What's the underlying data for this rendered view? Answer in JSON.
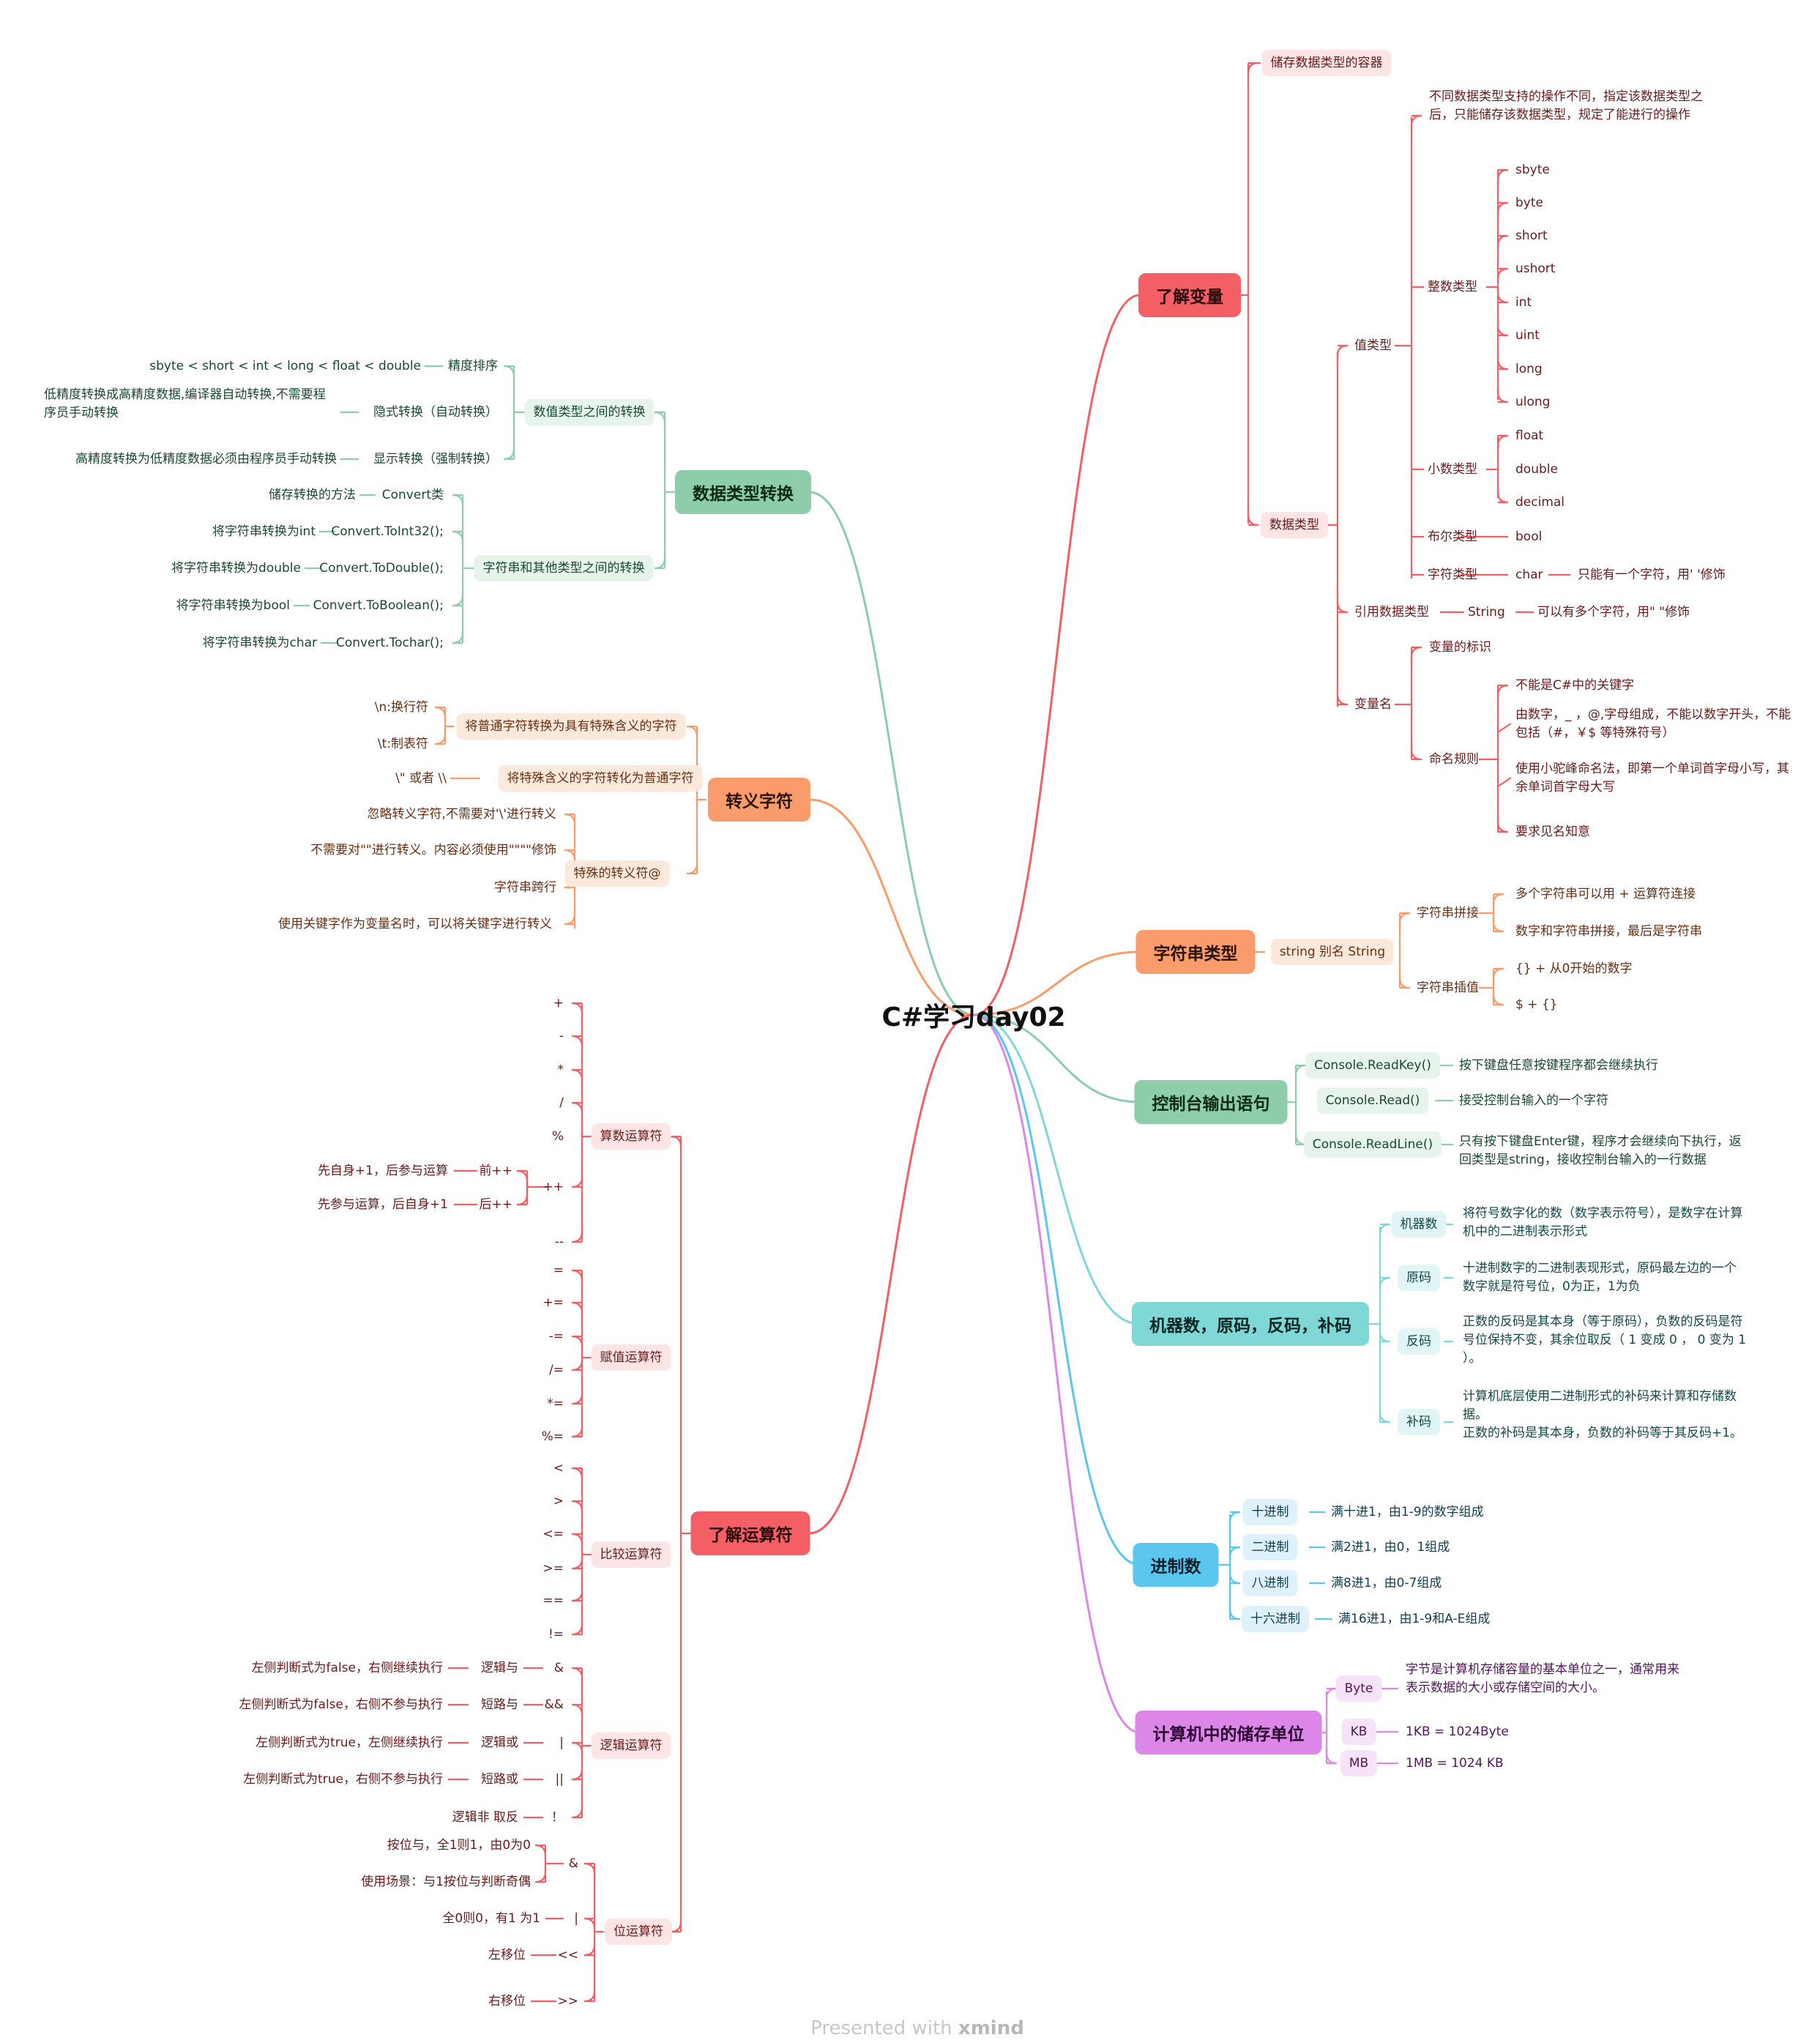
{
  "title": "C#学习day02",
  "watermark": {
    "prefix": "Presented with",
    "brand": "xmind"
  },
  "branches": {
    "var": {
      "label": "了解变量",
      "color": "#f35f64",
      "container": "储存数据类型的容器",
      "datatype": "数据类型",
      "value_type": "值类型",
      "value_desc": "不同数据类型支持的操作不同，指定该数据类型之后，只能储存该数据类型，规定了能进行的操作",
      "int_types": "整数类型",
      "ints": [
        "sbyte",
        "byte",
        "short",
        "ushort",
        "int",
        "uint",
        "long",
        "ulong"
      ],
      "float_types": "小数类型",
      "floats": [
        "float",
        "double",
        "decimal"
      ],
      "bool_type": "布尔类型",
      "bool": "bool",
      "char_type": "字符类型",
      "char": "char",
      "char_desc": "只能有一个字符，用' '修饰",
      "ref_type": "引用数据类型",
      "string": "String",
      "string_desc": "可以有多个字符，用\" \"修饰",
      "varname": "变量名",
      "var_id": "变量的标识",
      "naming": "命名规则",
      "rules": [
        "不能是C#中的关键字",
        "由数字，_ ，@,字母组成，不能以数字开头，不能包括（#，￥$ 等特殊符号）",
        "使用小驼峰命名法，即第一个单词首字母小写，其余单词首字母大写",
        "要求见名知意"
      ]
    },
    "str": {
      "label": "字符串类型",
      "color": "#f99b6a",
      "alias": "string 别名 String",
      "concat": "字符串拼接",
      "concat_items": [
        "多个字符串可以用 + 运算符连接",
        "数字和字符串拼接，最后是字符串"
      ],
      "interp": "字符串插值",
      "interp_items": [
        "{} + 从0开始的数字",
        "$ + {}"
      ]
    },
    "console": {
      "label": "控制台输出语句",
      "color": "#8dcda9",
      "items": [
        {
          "m": "Console.ReadKey()",
          "d": "按下键盘任意按键程序都会继续执行"
        },
        {
          "m": "Console.Read()",
          "d": "接受控制台输入的一个字符"
        },
        {
          "m": "Console.ReadLine()",
          "d": "只有按下键盘Enter键，程序才会继续向下执行，返回类型是string，接收控制台输入的一行数据"
        }
      ]
    },
    "machine": {
      "label": "机器数，原码，反码，补码",
      "color": "#7fd8d5",
      "items": [
        {
          "k": "机器数",
          "d": "将符号数字化的数（数字表示符号），是数字在计算机中的二进制表示形式"
        },
        {
          "k": "原码",
          "d": "十进制数字的二进制表现形式，原码最左边的一个数字就是符号位，0为正，1为负"
        },
        {
          "k": "反码",
          "d": "正数的反码是其本身（等于原码），负数的反码是符号位保持不变，其余位取反（ 1 变成 0 ， 0 变为 1 ）。"
        },
        {
          "k": "补码",
          "d": "计算机底层使用二进制形式的补码来计算和存储数据。\n正数的补码是其本身，负数的补码等于其反码+1。"
        }
      ]
    },
    "base": {
      "label": "进制数",
      "color": "#5bc6ee",
      "items": [
        {
          "k": "十进制",
          "d": "满十进1，由1-9的数字组成"
        },
        {
          "k": "二进制",
          "d": "满2进1，由0，1组成"
        },
        {
          "k": "八进制",
          "d": "满8进1，由0-7组成"
        },
        {
          "k": "十六进制",
          "d": "满16进1，由1-9和A-E组成"
        }
      ]
    },
    "storage": {
      "label": "计算机中的储存单位",
      "color": "#dc87e7",
      "items": [
        {
          "k": "Byte",
          "d": "字节是计算机存储容量的基本单位之一，通常用来表示数据的大小或存储空间的大小。"
        },
        {
          "k": "KB",
          "d": "1KB = 1024Byte"
        },
        {
          "k": "MB",
          "d": "1MB = 1024 KB"
        }
      ]
    },
    "conv": {
      "label": "数据类型转换",
      "color": "#8dcda9",
      "num_conv": "数值类型之间的转换",
      "num_items": [
        {
          "k": "精度排序",
          "d": "sbyte < short < int < long < float < double"
        },
        {
          "k": "隐式转换（自动转换）",
          "d": "低精度转换成高精度数据,编译器自动转换,不需要程序员手动转换"
        },
        {
          "k": "显示转换（强制转换）",
          "d": "高精度转换为低精度数据必须由程序员手动转换"
        }
      ],
      "str_conv": "字符串和其他类型之间的转换",
      "str_items": [
        {
          "k": "Convert类",
          "d": "储存转换的方法"
        },
        {
          "k": "Convert.ToInt32();",
          "d": "将字符串转换为int"
        },
        {
          "k": "Convert.ToDouble();",
          "d": "将字符串转换为double"
        },
        {
          "k": "Convert.ToBoolean();",
          "d": "将字符串转换为bool"
        },
        {
          "k": "Convert.Tochar();",
          "d": "将字符串转换为char"
        }
      ]
    },
    "escape": {
      "label": "转义字符",
      "color": "#f99b6a",
      "g1": "将普通字符转换为具有特殊含义的字符",
      "g1_items": [
        "\\n:换行符",
        "\\t:制表符"
      ],
      "g2": "将特殊含义的字符转化为普通字符",
      "g2_items": [
        "\\\" 或者 \\\\"
      ],
      "g3": "特殊的转义符@",
      "g3_items": [
        "忽略转义字符,不需要对'\\'进行转义",
        "不需要对\"\"进行转义。内容必须使用\"\"\"\"修饰",
        "字符串跨行",
        "使用关键字作为变量名时，可以将关键字进行转义"
      ]
    },
    "ops": {
      "label": "了解运算符",
      "color": "#f35f64",
      "arith": "算数运算符",
      "arith_items": [
        "+",
        "-",
        "*",
        "/",
        "%",
        "++",
        "--"
      ],
      "pre": "前++",
      "pre_d": "先自身+1，后参与运算",
      "post": "后++",
      "post_d": "先参与运算，后自身+1",
      "assign": "赋值运算符",
      "assign_items": [
        "=",
        "+=",
        "-=",
        "/=",
        "*=",
        "%="
      ],
      "compare": "比较运算符",
      "compare_items": [
        "<",
        ">",
        "<=",
        ">=",
        "==",
        "!="
      ],
      "logic": "逻辑运算符",
      "logic_items": [
        {
          "op": "&",
          "k": "逻辑与",
          "d": "左侧判断式为false，右侧继续执行"
        },
        {
          "op": "&&",
          "k": "短路与",
          "d": "左侧判断式为false，右侧不参与执行"
        },
        {
          "op": "|",
          "k": "逻辑或",
          "d": "左侧判断式为true，左侧继续执行"
        },
        {
          "op": "||",
          "k": "短路或",
          "d": "左侧判断式为true，右侧不参与执行"
        },
        {
          "op": "！",
          "k": "逻辑非 取反",
          "d": ""
        }
      ],
      "bit": "位运算符",
      "bit_and": "&",
      "bit_and_items": [
        "按位与，全1则1，由0为0",
        "使用场景：与1按位与判断奇偶"
      ],
      "bit_or": "|",
      "bit_or_d": "全0则0，有1 为1",
      "shl": "<<",
      "shl_d": "左移位",
      "shr": ">>",
      "shr_d": "右移位"
    }
  }
}
